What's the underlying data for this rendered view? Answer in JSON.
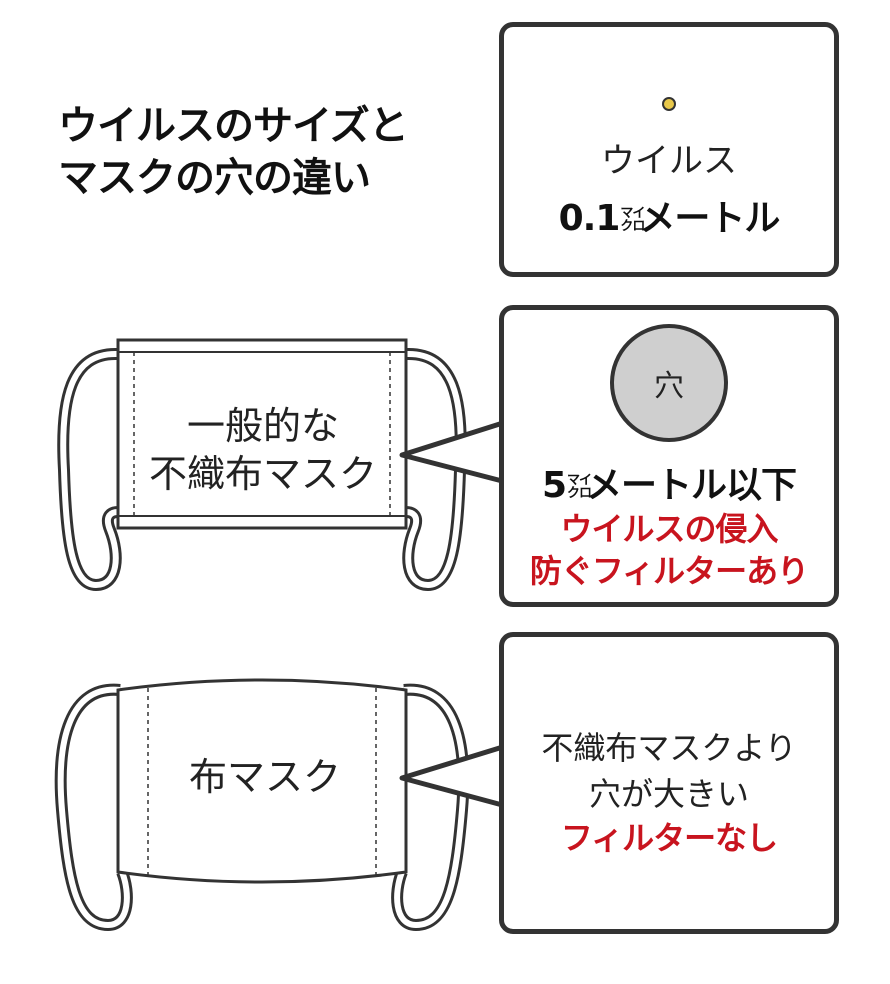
{
  "title": {
    "line1": "ウイルスのサイズと",
    "line2": "マスクの穴の違い"
  },
  "virus_panel": {
    "label": "ウイルス",
    "size_value": "0.1",
    "unit_prefix_top": "マイ",
    "unit_prefix_bottom": "クロ",
    "unit_rest": "メートル",
    "dot_color": "#e8c84a"
  },
  "nonwoven_mask": {
    "mask_label_line1": "一般的な",
    "mask_label_line2": "不織布マスク",
    "hole_label": "穴",
    "size_value": "5",
    "unit_prefix_top": "マイ",
    "unit_prefix_bottom": "クロ",
    "unit_rest": "メートル以下",
    "note_line1": "ウイルスの侵入",
    "note_line2": "防ぐフィルターあり",
    "note_color": "#c8141e",
    "hole_color": "#cfcfcf"
  },
  "cloth_mask": {
    "mask_label": "布マスク",
    "text_line1": "不織布マスクより",
    "text_line2": "穴が大きい",
    "note": "フィルターなし",
    "note_color": "#c8141e"
  }
}
